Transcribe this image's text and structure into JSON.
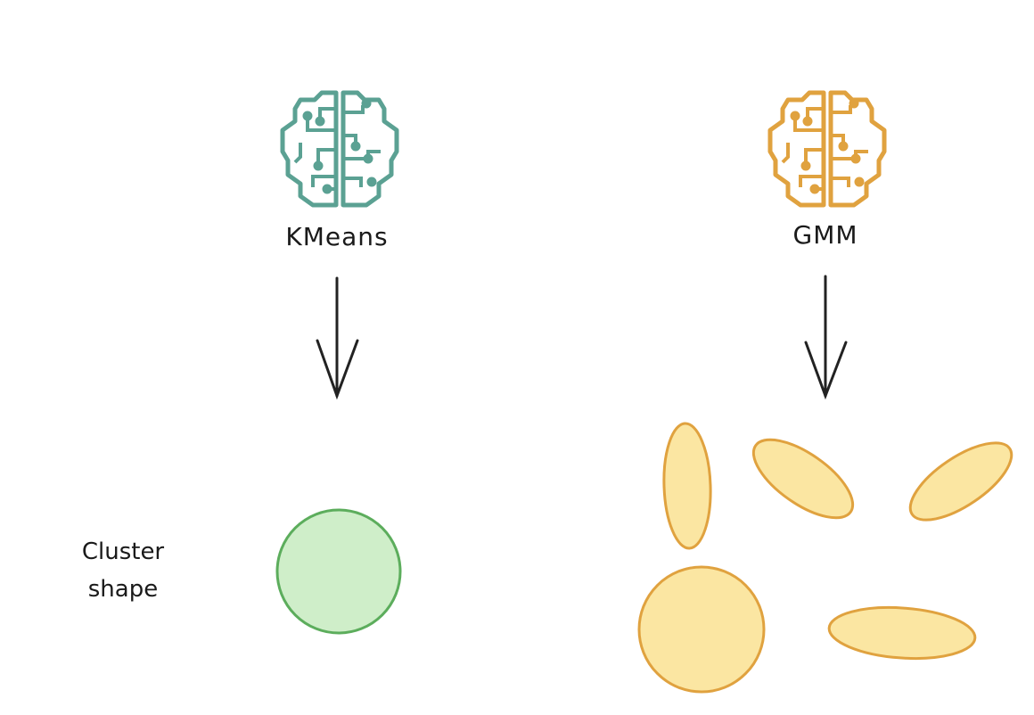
{
  "models": [
    {
      "label": "KMeans",
      "color": "#5ba193"
    },
    {
      "label": "GMM",
      "color": "#e0a23f"
    }
  ],
  "row_label": {
    "line1": "Cluster",
    "line2": "shape"
  },
  "colors": {
    "kmeans_fill": "#cfeec9",
    "kmeans_stroke": "#5cad5c",
    "gmm_fill": "#fbe6a2",
    "gmm_stroke": "#e0a23f",
    "arrow": "#222222"
  },
  "icons": [
    "brain-circuit-icon",
    "brain-circuit-icon"
  ]
}
